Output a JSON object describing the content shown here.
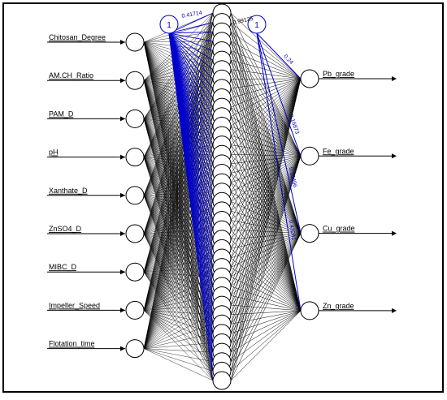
{
  "diagram": {
    "inputs": [
      "Chitosan_Degree",
      "AM.CH_Ratio",
      "PAM_D",
      "pH",
      "Xanthate_D",
      "ZnSO4_D",
      "MIBC_D",
      "Impeller_Speed",
      "Flotation_time"
    ],
    "outputs": [
      "Pb_grade",
      "Fe_grade",
      "Cu_grade",
      "Zn_grade"
    ],
    "bias_label": "1",
    "hidden_neuron_count": 40,
    "bias_weight_labels": [
      "0.24",
      "0.16873",
      "0.15496",
      "0.43241"
    ],
    "top_weight_labels": [
      "0.41714",
      "0.99125"
    ],
    "colors": {
      "weights": "#000000",
      "bias": "#0000cc",
      "neuron_stroke": "#000000",
      "frame": "#000000"
    }
  }
}
